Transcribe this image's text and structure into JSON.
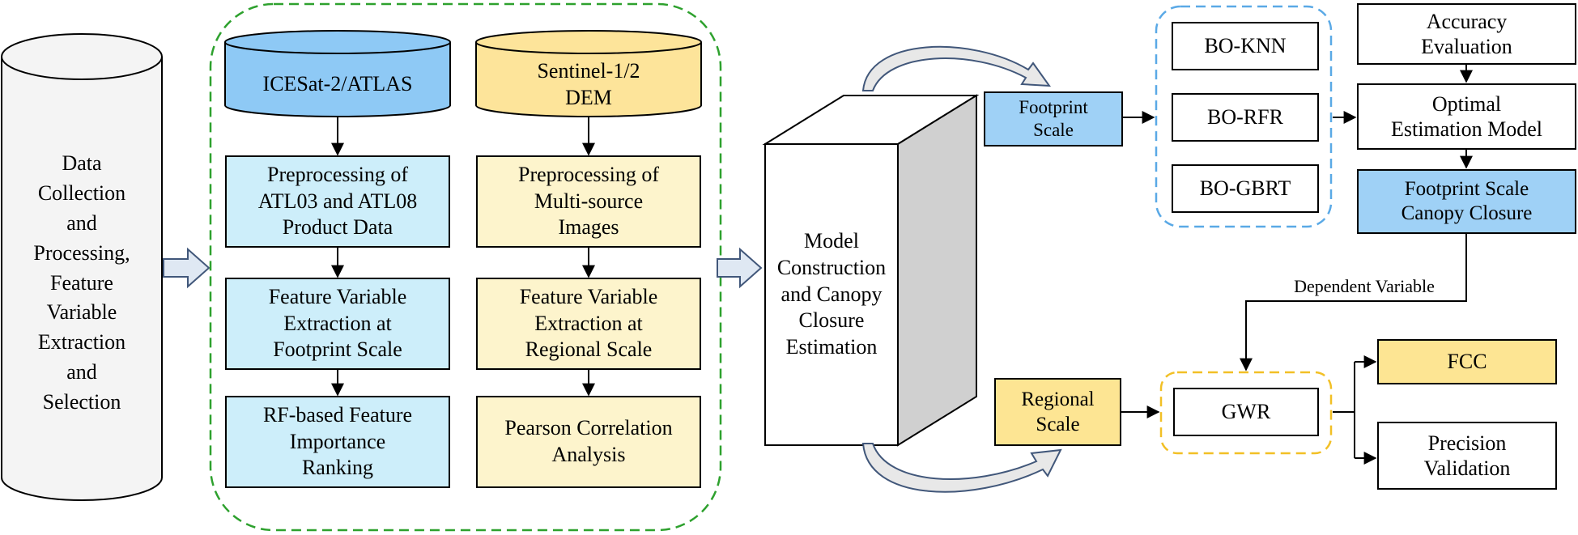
{
  "colors": {
    "blue_fill": "#cdeefa",
    "blue_cyl": "#8ec9f5",
    "yellow_fill": "#fdf4cc",
    "yellow_cyl": "#fde49a",
    "green_dash": "#2ea12e",
    "blue_dash": "#5aa9e6",
    "yellow_dash": "#f2c026",
    "footprint_blue": "#9fd1f6",
    "fcc_yellow": "#fde593",
    "gray_cyl": "#f4f4f4",
    "box_gray_side": "#d0d0d0"
  },
  "left_cylinder": {
    "label": "Data\nCollection\nand\nProcessing,\nFeature\nVariable\nExtraction\nand\nSelection"
  },
  "icesat": {
    "title": "ICESat-2/ATLAS",
    "steps": [
      "Preprocessing of\nATL03 and ATL08\nProduct Data",
      "Feature Variable\nExtraction at\nFootprint Scale",
      "RF-based Feature\nImportance\nRanking"
    ]
  },
  "sentinel": {
    "title": "Sentinel-1/2\nDEM",
    "steps": [
      "Preprocessing of\nMulti-source\nImages",
      "Feature Variable\nExtraction at\nRegional Scale",
      "Pearson Correlation\nAnalysis"
    ]
  },
  "model_box": {
    "label": "Model\nConstruction\nand Canopy\nClosure\nEstimation"
  },
  "footprint_scale": {
    "label": "Footprint\nScale"
  },
  "regional_scale": {
    "label": "Regional\nScale"
  },
  "models": [
    "BO-KNN",
    "BO-RFR",
    "BO-GBRT"
  ],
  "accuracy": {
    "label": "Accuracy\nEvaluation"
  },
  "optimal": {
    "label": "Optimal\nEstimation Model"
  },
  "footprint_cc": {
    "label": "Footprint Scale\nCanopy  Closure"
  },
  "dependent_variable": {
    "label": "Dependent  Variable"
  },
  "gwr": {
    "label": "GWR"
  },
  "fcc": {
    "label": "FCC"
  },
  "precision": {
    "label": "Precision\nValidation"
  }
}
